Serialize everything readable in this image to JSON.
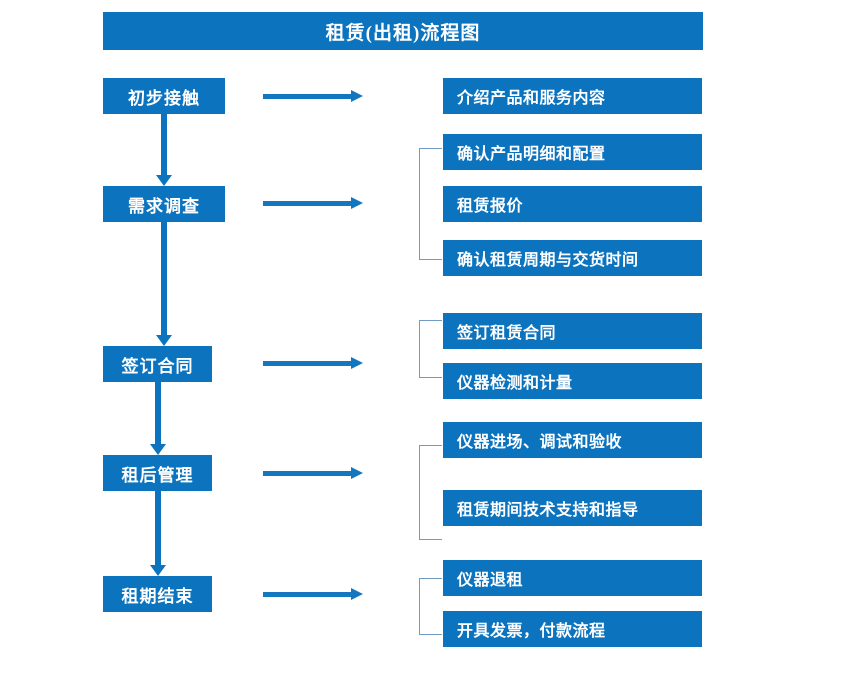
{
  "chart_data": {
    "type": "diagram",
    "title": "租赁(出租)流程图",
    "diagram_kind": "flowchart",
    "orientation": "vertical-with-right-branches",
    "stages": [
      {
        "id": "stage-1",
        "label": "初步接触",
        "details": [
          "介绍产品和服务内容"
        ],
        "bracketed": false
      },
      {
        "id": "stage-2",
        "label": "需求调查",
        "details": [
          "确认产品明细和配置",
          "租赁报价",
          "确认租赁周期与交货时间"
        ],
        "bracketed": true
      },
      {
        "id": "stage-3",
        "label": "签订合同",
        "details": [
          "签订租赁合同",
          "仪器检测和计量"
        ],
        "bracketed": true
      },
      {
        "id": "stage-4",
        "label": "租后管理",
        "details": [
          "仪器进场、调试和验收",
          "租赁期间技术支持和指导"
        ],
        "bracketed": true
      },
      {
        "id": "stage-5",
        "label": "租期结束",
        "details": [
          "仪器退租",
          "开具发票，付款流程"
        ],
        "bracketed": true
      }
    ],
    "colors": {
      "box_fill": "#0C73BE",
      "box_text": "#FFFFFF",
      "arrow": "#1277BE",
      "bracket": "#6F9BC4",
      "background": "#FFFFFF"
    }
  },
  "title": {
    "text": "租赁(出租)流程图"
  },
  "stages": [
    {
      "label": "初步接触"
    },
    {
      "label": "需求调查"
    },
    {
      "label": "签订合同"
    },
    {
      "label": "租后管理"
    },
    {
      "label": "租期结束"
    }
  ],
  "details": [
    {
      "label": "介绍产品和服务内容"
    },
    {
      "label": "确认产品明细和配置"
    },
    {
      "label": "租赁报价"
    },
    {
      "label": "确认租赁周期与交货时间"
    },
    {
      "label": "签订租赁合同"
    },
    {
      "label": "仪器检测和计量"
    },
    {
      "label": "仪器进场、调试和验收"
    },
    {
      "label": "租赁期间技术支持和指导"
    },
    {
      "label": "仪器退租"
    },
    {
      "label": "开具发票，付款流程"
    }
  ]
}
